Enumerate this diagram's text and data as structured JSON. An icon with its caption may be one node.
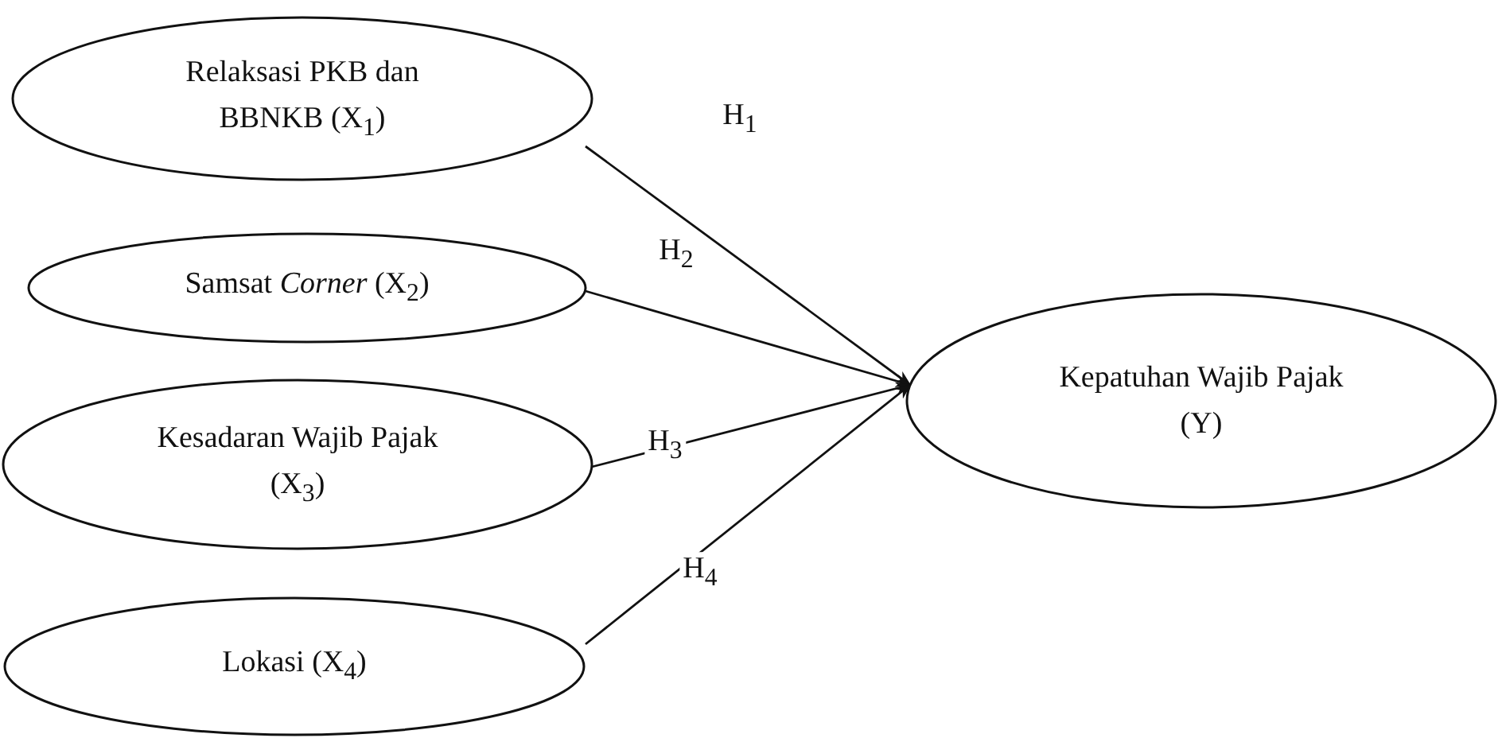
{
  "diagram": {
    "nodes": [
      {
        "text": [
          "Relaksasi PKB dan BBNKB (X$_{1}$)"
        ]
      },
      {
        "text": [
          "Samsat *Corner* (X$_{2}$)"
        ]
      },
      {
        "text": [
          "Kesadaran Wajib Pajak (X$_{3}$)"
        ]
      },
      {
        "text": [
          "Lokasi (X$_{4}$)"
        ]
      },
      {
        "text": [
          "Kepatuhan Wajib Pajak (Y)"
        ]
      }
    ],
    "edges": [
      {
        "from": 0,
        "to": 4,
        "arrow": "to",
        "label": "H$_{1}$"
      },
      {
        "from": 1,
        "to": 4,
        "arrow": "to",
        "label": "H$_{2}$"
      },
      {
        "from": 2,
        "to": 4,
        "arrow": "to",
        "label": "H$_{3}$"
      },
      {
        "from": 3,
        "to": 4,
        "arrow": "to",
        "label": "H$_{4}$"
      }
    ]
  }
}
